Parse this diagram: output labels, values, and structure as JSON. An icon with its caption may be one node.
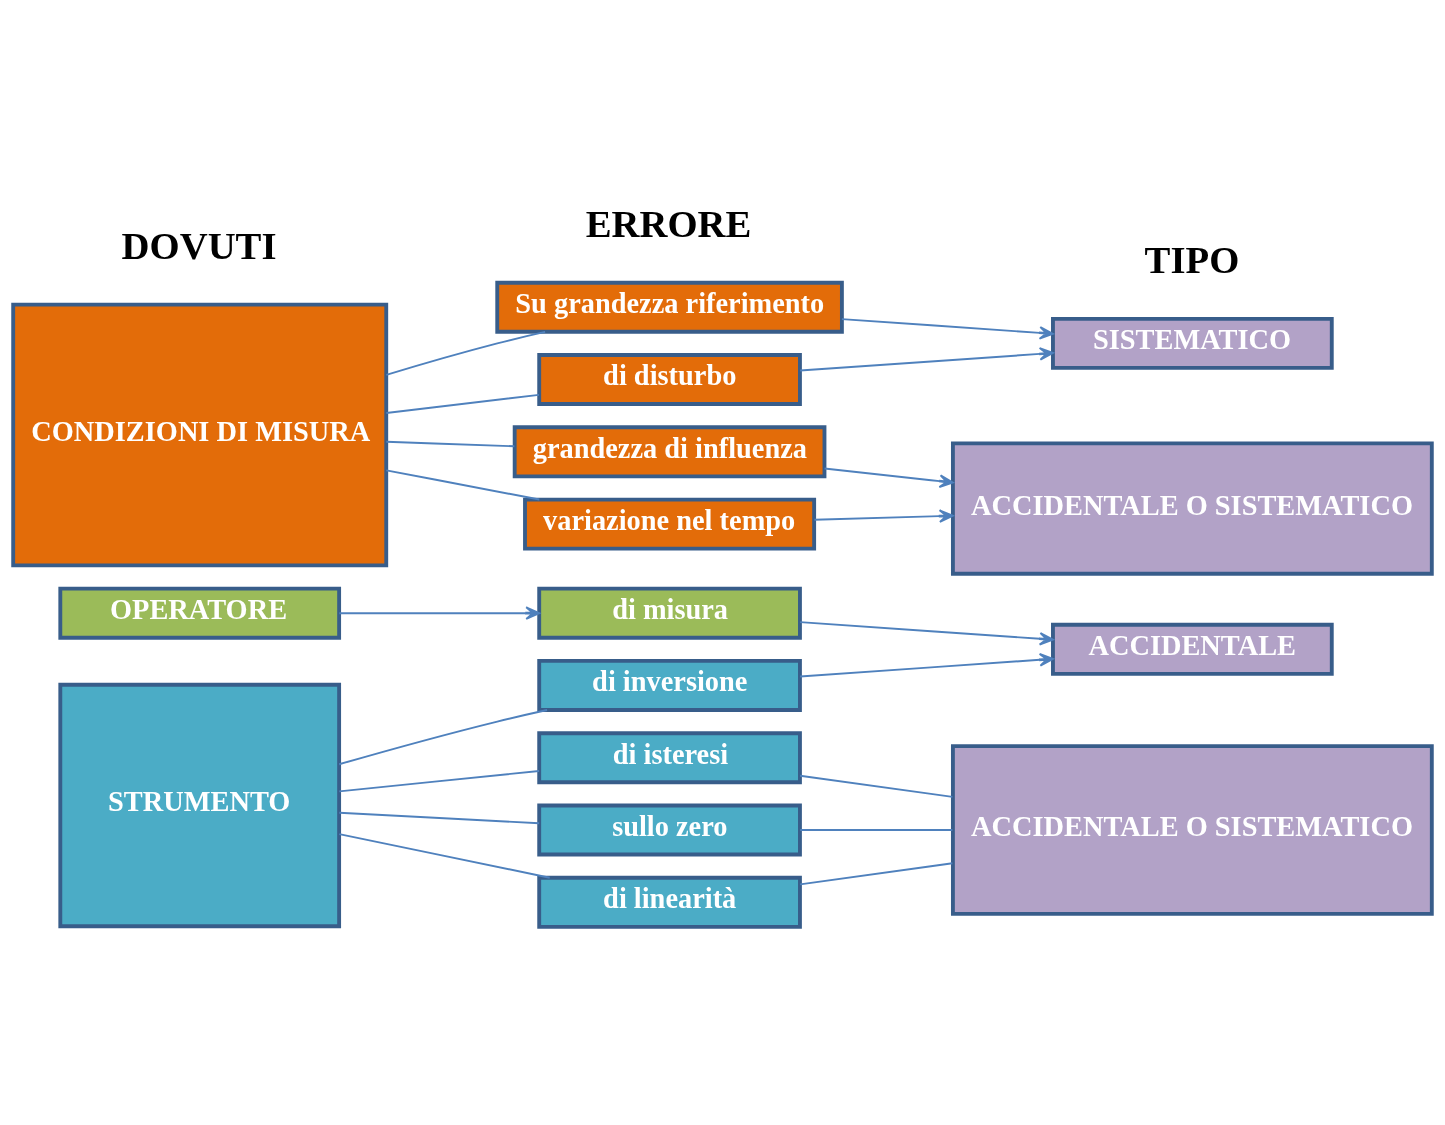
{
  "diagram": {
    "nodes": [
      {
        "text": [
          "OPERATORE"
        ]
      },
      {
        "text": [
          "STRUMENTO"
        ]
      },
      {
        "text": [
          "CONDIZIONI DI MISURA"
        ]
      },
      {
        "text": [
          "di misura"
        ]
      },
      {
        "text": [
          "di inversione"
        ]
      },
      {
        "text": [
          "di isteresi"
        ]
      },
      {
        "text": [
          "sullo zero"
        ]
      },
      {
        "text": [
          "di linearità"
        ]
      },
      {
        "text": [
          "Su grandezza riferimento"
        ]
      },
      {
        "text": [
          "di disturbo"
        ]
      },
      {
        "text": [
          "grandezza di influenza"
        ]
      },
      {
        "text": [
          "variazione nel tempo"
        ]
      },
      {
        "text": [
          "ACCIDENTALE"
        ]
      },
      {
        "text": [
          "ACCIDENTALE O SISTEMATICO"
        ]
      },
      {
        "text": [
          "SISTEMATICO"
        ]
      },
      {
        "text": [
          "ACCIDENTALE O SISTEMATICO"
        ]
      }
    ],
    "edges": [
      {
        "from": 0,
        "to": 3,
        "arrow": "to"
      },
      {
        "from": 1,
        "to": 4,
        "arrow": "none"
      },
      {
        "from": 1,
        "to": 5,
        "arrow": "none"
      },
      {
        "from": 1,
        "to": 6,
        "arrow": "none"
      },
      {
        "from": 1,
        "to": 7,
        "arrow": "none"
      },
      {
        "from": 2,
        "to": 8,
        "arrow": "none"
      },
      {
        "from": 2,
        "to": 9,
        "arrow": "none"
      },
      {
        "from": 2,
        "to": 10,
        "arrow": "none"
      },
      {
        "from": 2,
        "to": 11,
        "arrow": "none"
      },
      {
        "from": 3,
        "to": 12,
        "arrow": "to"
      },
      {
        "from": 4,
        "to": 12,
        "arrow": "to"
      },
      {
        "from": 5,
        "to": 13,
        "arrow": "none"
      },
      {
        "from": 6,
        "to": 13,
        "arrow": "none"
      },
      {
        "from": 7,
        "to": 13,
        "arrow": "none"
      },
      {
        "from": 8,
        "to": 14,
        "arrow": "to"
      },
      {
        "from": 9,
        "to": 14,
        "arrow": "to"
      },
      {
        "from": 10,
        "to": 15,
        "arrow": "to"
      },
      {
        "from": 11,
        "to": 15,
        "arrow": "to"
      }
    ],
    "labels": [
      "DOVUTI",
      "ERRORE",
      "TIPO"
    ]
  }
}
